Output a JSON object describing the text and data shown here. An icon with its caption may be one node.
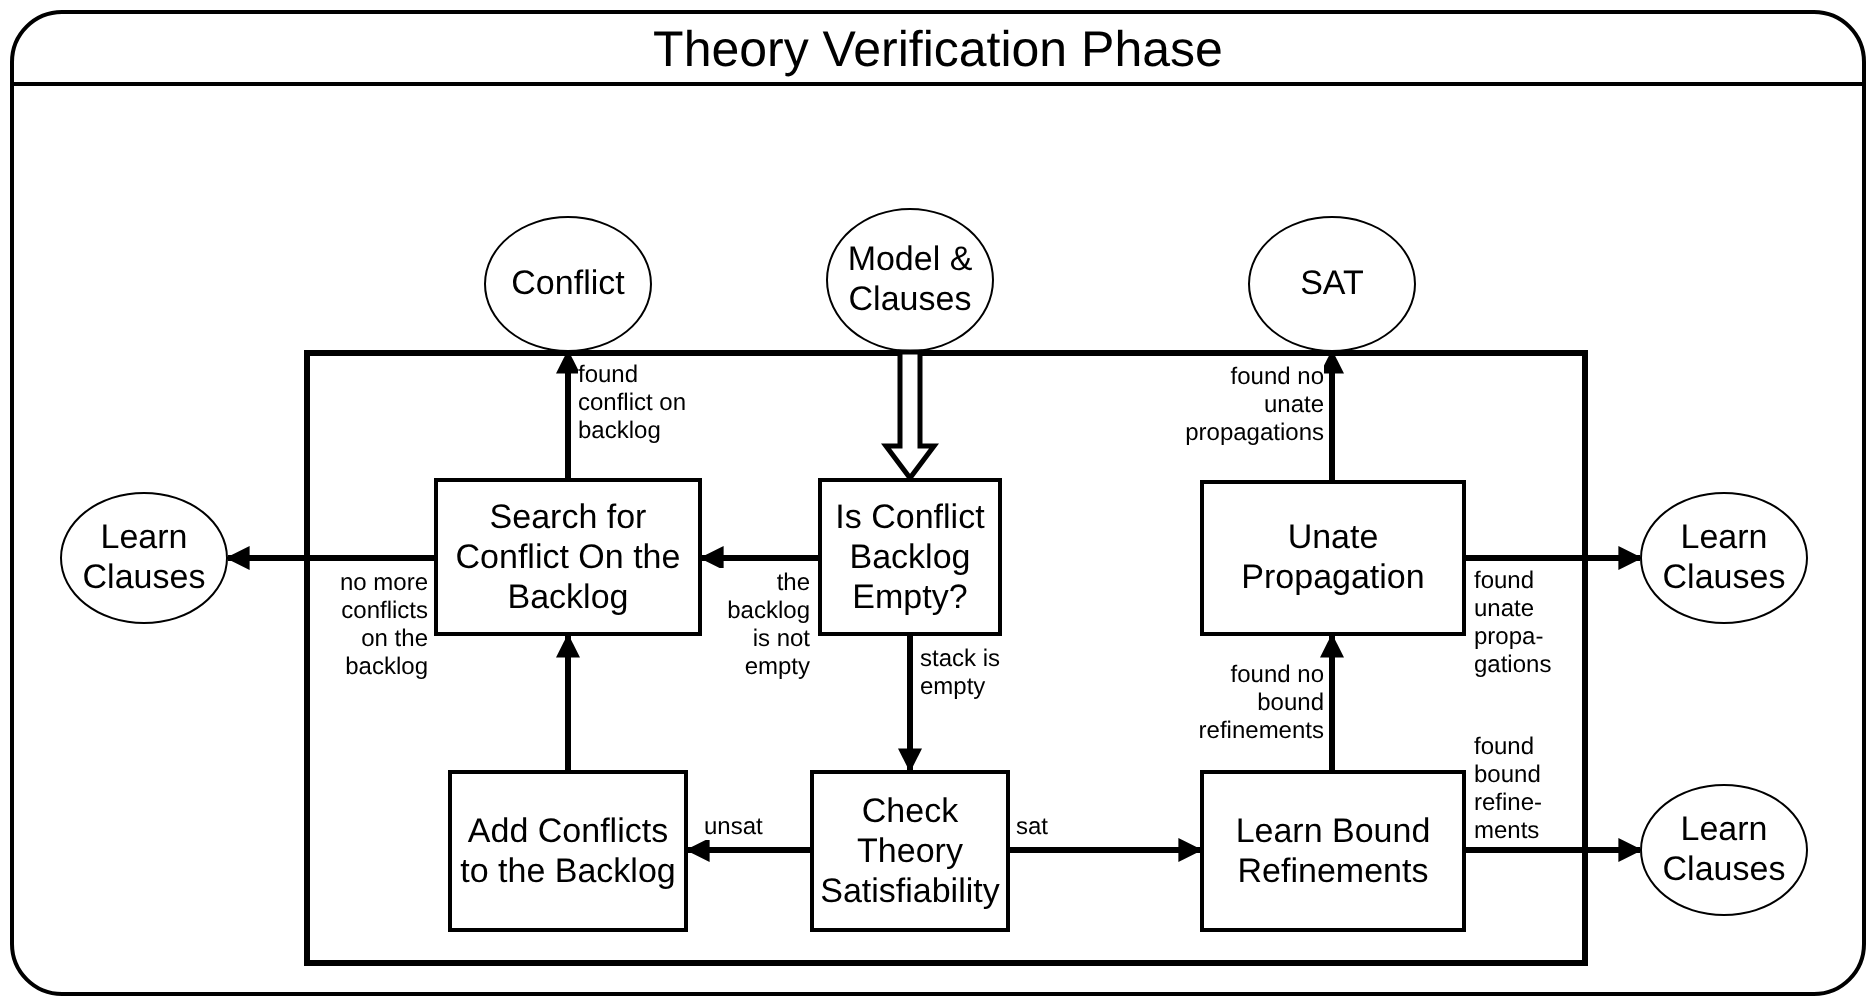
{
  "diagram": {
    "nodes": [
      {
        "text": [
          "Theory Verification Phase"
        ]
      },
      {
        "text": [],
        "shape": "box",
        "in": 0
      },
      {
        "text": [
          "Conflict"
        ],
        "in": 0
      },
      {
        "text": [
          "Model & Clauses"
        ],
        "in": 0
      },
      {
        "text": [
          "SAT"
        ],
        "in": 0
      },
      {
        "text": [
          "Learn Clauses"
        ],
        "in": 0
      },
      {
        "text": [
          "Learn Clauses"
        ],
        "in": 0
      },
      {
        "text": [
          "Learn Clauses"
        ],
        "in": 0
      },
      {
        "text": [
          "Search for Conflict On the Backlog"
        ],
        "in": 1
      },
      {
        "text": [
          "Is Conflict Backlog Empty?"
        ],
        "in": 1
      },
      {
        "text": [
          "Unate Propagation"
        ],
        "in": 1
      },
      {
        "text": [
          "Add Conflicts to the Backlog"
        ],
        "in": 1
      },
      {
        "text": [
          "Check Theory Satisfiability"
        ],
        "in": 1
      },
      {
        "text": [
          "Learn Bound Refinements"
        ],
        "in": 1
      }
    ],
    "edges": [
      {
        "from": 3,
        "to": 9,
        "arrow": "to",
        "style": "thick"
      },
      {
        "from": 9,
        "to": 8,
        "arrow": "to",
        "label": "the backlog is not empty"
      },
      {
        "from": 9,
        "to": 12,
        "arrow": "to",
        "label": "stack is empty"
      },
      {
        "from": 8,
        "to": 2,
        "arrow": "to",
        "label": "found conflict on backlog"
      },
      {
        "from": 8,
        "to": 5,
        "arrow": "to",
        "label": "no more conflicts on the backlog"
      },
      {
        "from": 12,
        "to": 11,
        "arrow": "to",
        "label": "unsat"
      },
      {
        "from": 11,
        "to": 8,
        "arrow": "to"
      },
      {
        "from": 12,
        "to": 13,
        "arrow": "to",
        "label": "sat"
      },
      {
        "from": 13,
        "to": 10,
        "arrow": "to",
        "label": "found no bound refinements"
      },
      {
        "from": 13,
        "to": 7,
        "arrow": "to",
        "label": "found bound refine-ments"
      },
      {
        "from": 10,
        "to": 6,
        "arrow": "to",
        "label": "found unate propa-gations"
      },
      {
        "from": 10,
        "to": 4,
        "arrow": "to",
        "label": "found no unate propagations"
      }
    ]
  }
}
